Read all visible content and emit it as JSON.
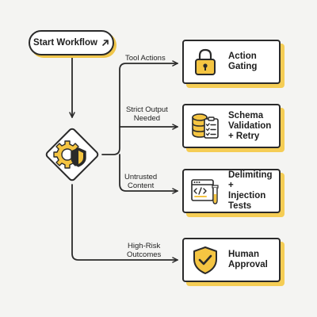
{
  "start": {
    "label": "Start Workflow"
  },
  "branches": [
    {
      "condition": "Tool Actions",
      "title": "Action\nGating",
      "icon": "padlock-icon"
    },
    {
      "condition": "Strict Output\nNeeded",
      "title": "Schema\nValidation\n+ Retry",
      "icon": "database-checklist-icon"
    },
    {
      "condition": "Untrusted\nContent",
      "title": "Delimiting +\nInjection\nTests",
      "icon": "code-window-test-tube-icon"
    },
    {
      "condition": "High-Risk\nOutcomes",
      "title": "Human\nApproval",
      "icon": "shield-check-icon"
    }
  ],
  "decision": {
    "icon": "gear-shield-icon"
  },
  "colors": {
    "accent": "#f5c542",
    "stroke": "#2a2a2a",
    "background": "#f4f4f2"
  }
}
